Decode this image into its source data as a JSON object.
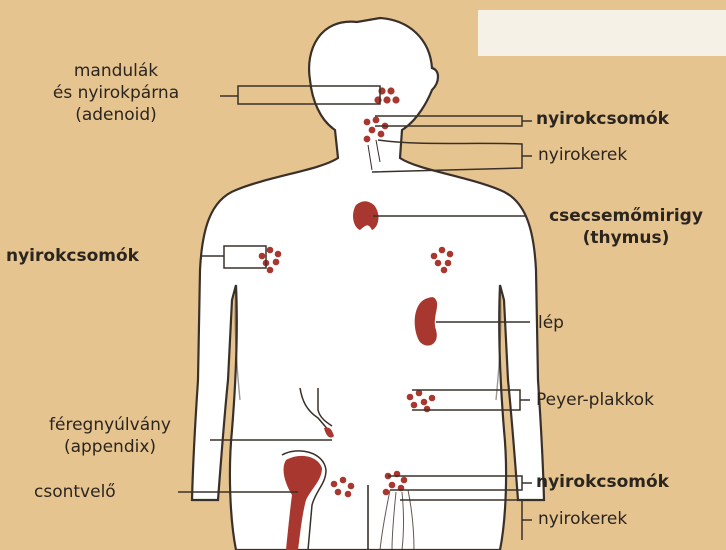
{
  "labels": {
    "tonsils": "mandulák\nés nyirokpárna\n(adenoid)",
    "lymph_nodes_neck": "nyirokcsomók",
    "lymph_vessels_neck": "nyirokerek",
    "thymus": "csecsemőmirigy\n(thymus)",
    "lymph_nodes_armpit": "nyirokcsomók",
    "spleen": "lép",
    "peyer": "Peyer-plakkok",
    "appendix": "féregnyúlvány\n(appendix)",
    "bone_marrow": "csontvelő",
    "lymph_nodes_groin": "nyirokcsomók",
    "lymph_vessels_leg": "nyirokerek"
  },
  "colors": {
    "background": "#e6c48f",
    "body": "#ffffff",
    "outline": "#3a302a",
    "organ": "#a8382f"
  }
}
